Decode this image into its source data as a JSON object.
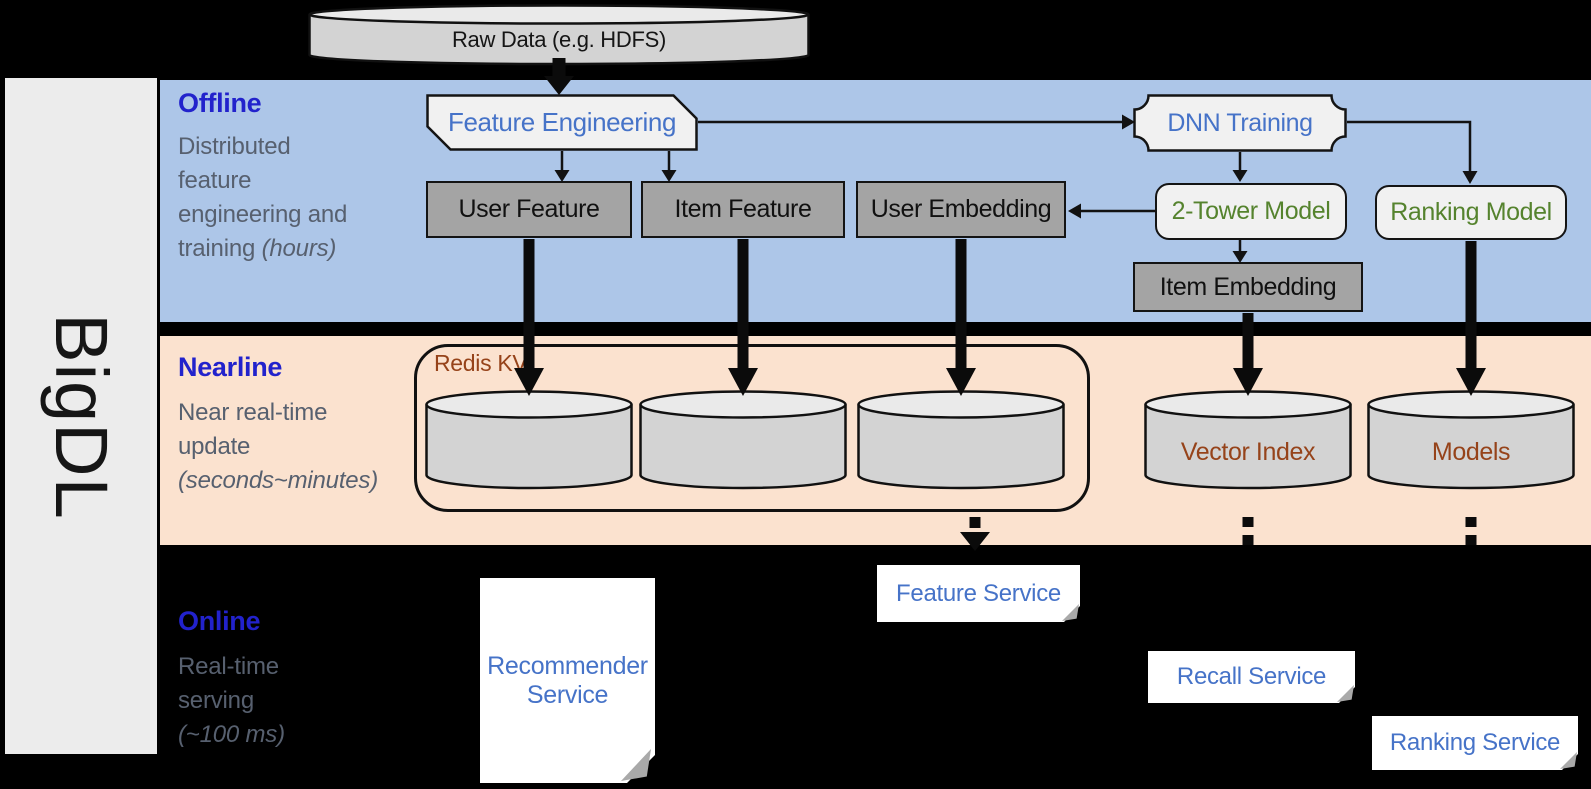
{
  "colors": {
    "background": "#000000",
    "offline_band": "#adc6e8",
    "nearline_band": "#fbe2cf",
    "sidebar_gray": "#ececec",
    "section_title_blue": "#2222cc",
    "subtitle_gray": "#57606f",
    "node_label_blue": "#4673c8",
    "node_label_green": "#55832e",
    "storage_label_brown": "#96431a",
    "gray_box_fill": "#a4a4a4",
    "light_box_fill": "#f1f1f1",
    "cylinder_fill": "#d3d3d3",
    "arrow_black": "#0b0b0b"
  },
  "sidebar": {
    "brand": "BigDL"
  },
  "raw_data": {
    "label": "Raw Data (e.g. HDFS)"
  },
  "offline": {
    "title": "Offline",
    "subtitle_line1": "Distributed",
    "subtitle_line2": "feature",
    "subtitle_line3": "engineering and",
    "subtitle_line4": "training",
    "subtitle_italic": "(hours)",
    "feature_engineering": "Feature Engineering",
    "dnn_training": "DNN Training",
    "user_feature": "User Feature",
    "item_feature": "Item Feature",
    "user_embedding": "User Embedding",
    "two_tower_model": "2-Tower Model",
    "ranking_model": "Ranking Model",
    "item_embedding": "Item Embedding"
  },
  "nearline": {
    "title": "Nearline",
    "subtitle_line1": "Near real-time",
    "subtitle_line2": "update",
    "subtitle_italic": "(seconds~minutes)",
    "redis_label": "Redis KV",
    "vector_index": "Vector Index",
    "models": "Models"
  },
  "online": {
    "title": "Online",
    "subtitle_line1": "Real-time",
    "subtitle_line2": "serving",
    "subtitle_italic": "(~100 ms)",
    "recommender_service": "Recommender Service",
    "feature_service": "Feature Service",
    "recall_service": "Recall Service",
    "ranking_service": "Ranking Service"
  }
}
